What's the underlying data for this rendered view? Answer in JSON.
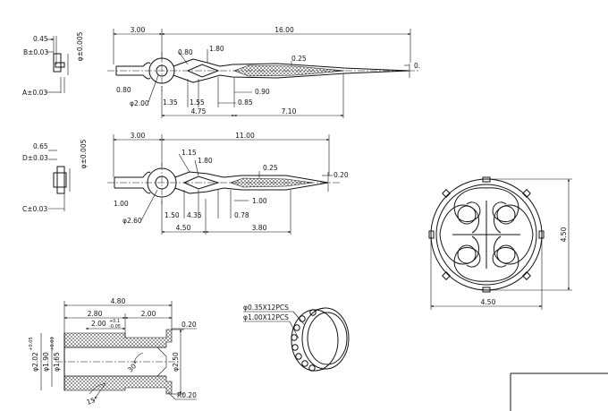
{
  "hand_upper": {
    "side_labels": [
      "0.45",
      "B±0.03",
      "φ±0.005",
      "A±0.03"
    ],
    "top_dims": [
      "3.00",
      "16.00"
    ],
    "upper_labels": [
      "0.80",
      "1.80",
      "0.25"
    ],
    "lower_labels": [
      "0.80",
      "φ2.00",
      "1.35",
      "1.55",
      "0.90",
      "0.85",
      "4.75",
      "7.10"
    ],
    "tip_label": "0."
  },
  "hand_lower": {
    "side_labels": [
      "0.65",
      "D±0.03",
      "φ±0.005",
      "C±0.03"
    ],
    "top_dims": [
      "3.00",
      "11.00"
    ],
    "upper_labels": [
      "1.15",
      "1.80",
      "0.25"
    ],
    "lower_labels": [
      "1.00",
      "φ2.60",
      "1.50",
      "4.35",
      "0.78",
      "1.00",
      "4.50",
      "3.80"
    ],
    "tip_label": "0.20"
  },
  "medallion": {
    "width_label": "4.50",
    "height_label": "4.50"
  },
  "bushing": {
    "length_total": "4.80",
    "seg_a": "2.80",
    "seg_b": "2.00",
    "seg_tol_main": "2.00",
    "seg_tol_sup": "+0.1",
    "seg_tol_sub": "-0.05",
    "wall": "0.20",
    "dia_outer_left": "φ2.02",
    "dia_outer_tol": "+0.05",
    "dia_mid": "φ1.90",
    "dia_inner": "φ1.65",
    "dia_inner_tol": "+0.03",
    "dia_flange": "φ2.50",
    "angle_inner": "30°",
    "angle_outer": "15°",
    "radius": "R0.20"
  },
  "bearing": {
    "label_small": "φ0.35X12PCS",
    "label_large": "φ1.00X12PCS"
  }
}
